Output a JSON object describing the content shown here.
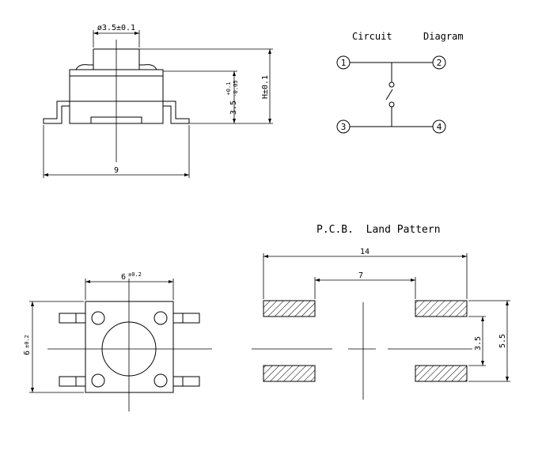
{
  "side_view": {
    "dim_diameter": "ø3.5±0.1",
    "dim_height": "H±0.1",
    "dim_body_base": "3.5",
    "dim_body_tol_plus": "+0.1",
    "dim_body_tol_minus": "-0.05",
    "dim_width": "9"
  },
  "circuit": {
    "title_word1": "Circuit",
    "title_word2": "Diagram",
    "pins": [
      "1",
      "2",
      "3",
      "4"
    ]
  },
  "top_view": {
    "dim_width_base": "6",
    "dim_width_tol": "±0.2",
    "dim_height_base": "6",
    "dim_height_tol": "±0.2"
  },
  "pcb": {
    "title": "P.C.B.  Land Pattern",
    "dim_outer": "14",
    "dim_inner": "7",
    "dim_pitch": "3.5",
    "dim_span": "5.5"
  },
  "colors": {
    "line": "#000000",
    "background": "#ffffff"
  }
}
